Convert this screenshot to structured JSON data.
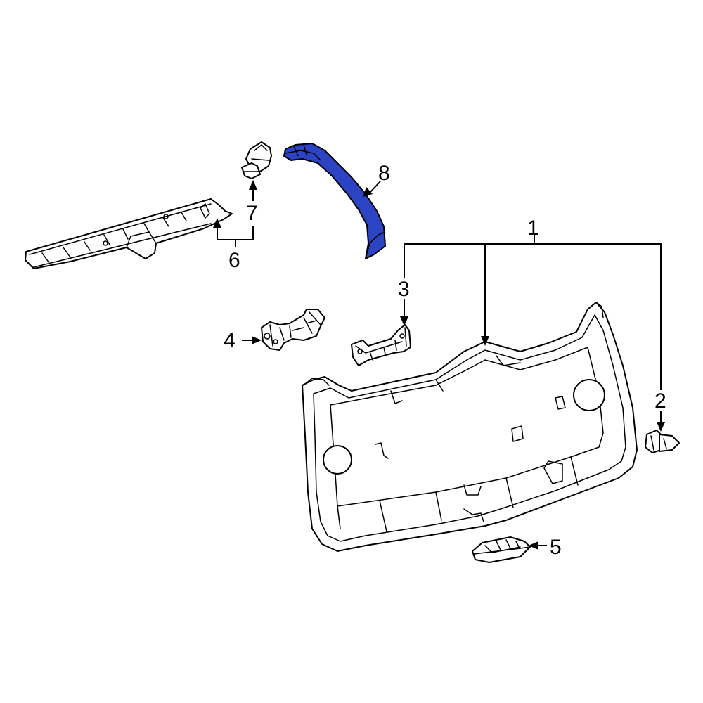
{
  "callouts": {
    "c1": "1",
    "c2": "2",
    "c3": "3",
    "c4": "4",
    "c5": "5",
    "c6": "6",
    "c7": "7",
    "c8": "8"
  },
  "colors": {
    "highlight": "#2c43c4",
    "line": "#000000",
    "background": "#ffffff"
  }
}
